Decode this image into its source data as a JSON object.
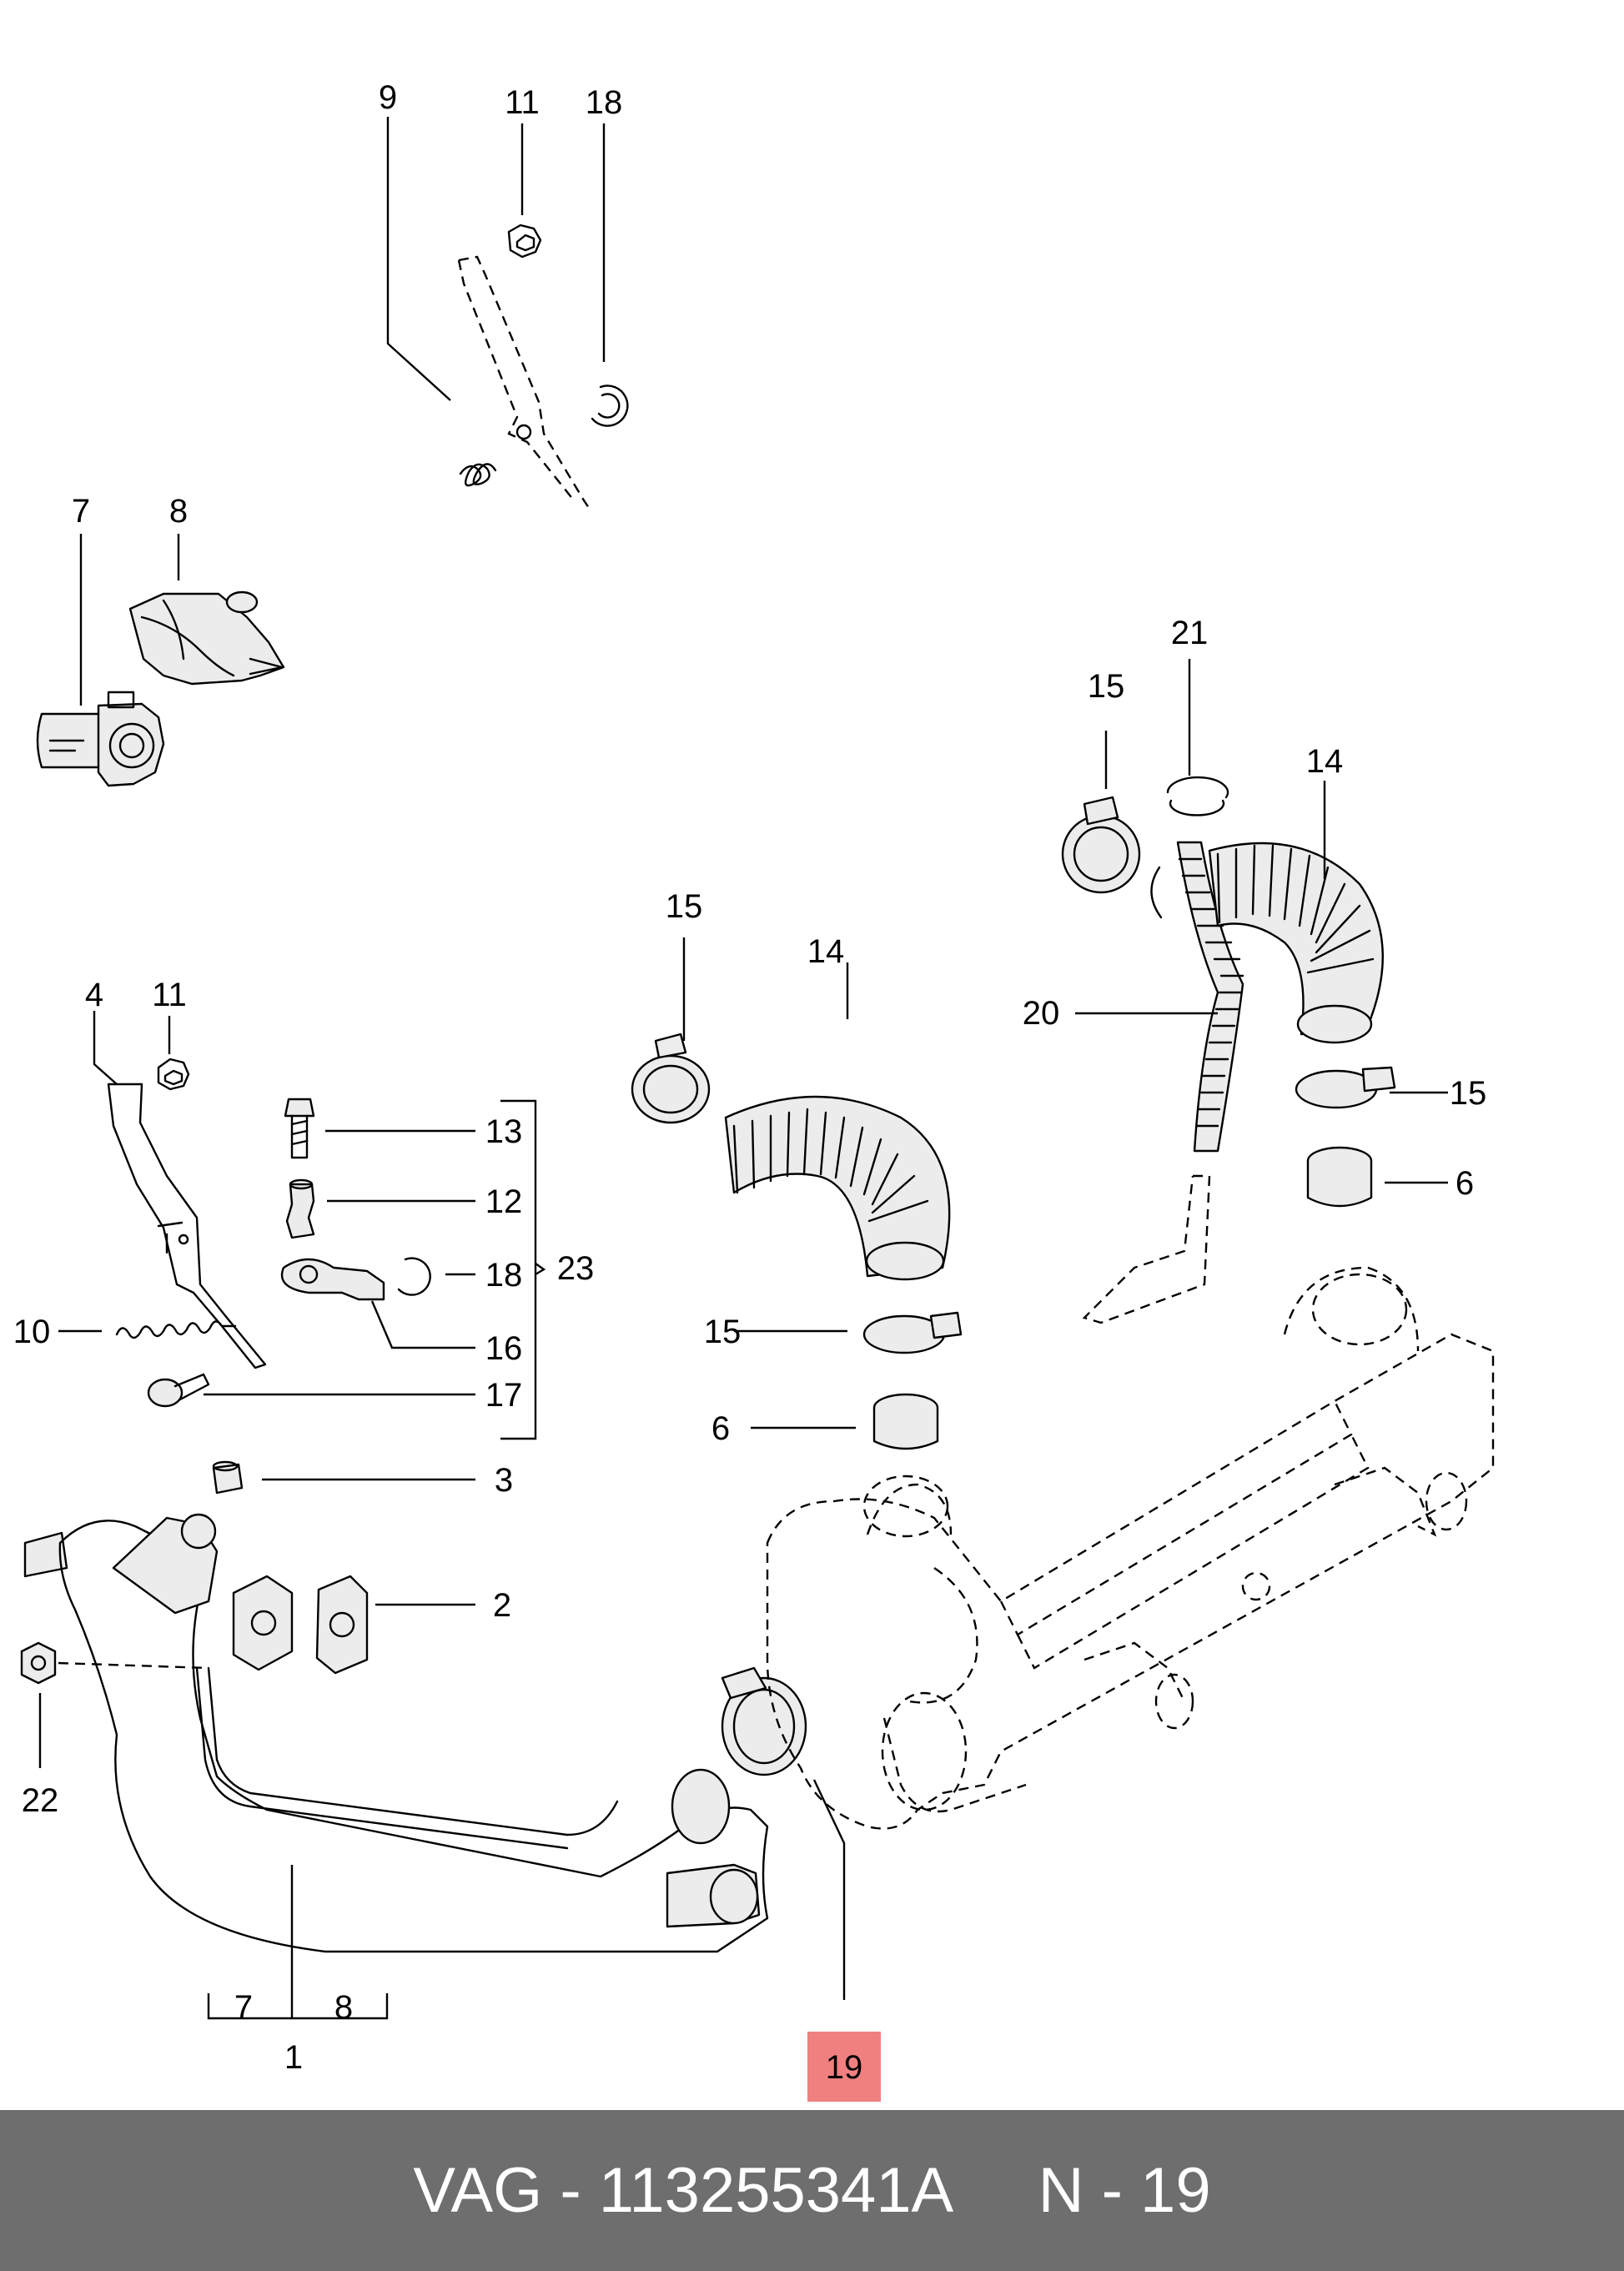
{
  "labels": {
    "l1": "1",
    "l2": "2",
    "l3": "3",
    "l4": "4",
    "l6a": "6",
    "l6b": "6",
    "l7a": "7",
    "l7b": "7",
    "l8a": "8",
    "l8b": "8",
    "l9": "9",
    "l10": "10",
    "l11a": "11",
    "l11b": "11",
    "l12": "12",
    "l13": "13",
    "l14a": "14",
    "l14b": "14",
    "l15a": "15",
    "l15b": "15",
    "l15c": "15",
    "l15d": "15",
    "l16": "16",
    "l17": "17",
    "l18a": "18",
    "l18b": "18",
    "l19": "19",
    "l20": "20",
    "l21": "21",
    "l22": "22",
    "l23": "23"
  },
  "highlight": {
    "part": "19",
    "color": "#f08080"
  },
  "footer": {
    "title": "VAG - 113255341A     N - 19",
    "background": "#6e6e6e",
    "text_color": "#ffffff"
  }
}
